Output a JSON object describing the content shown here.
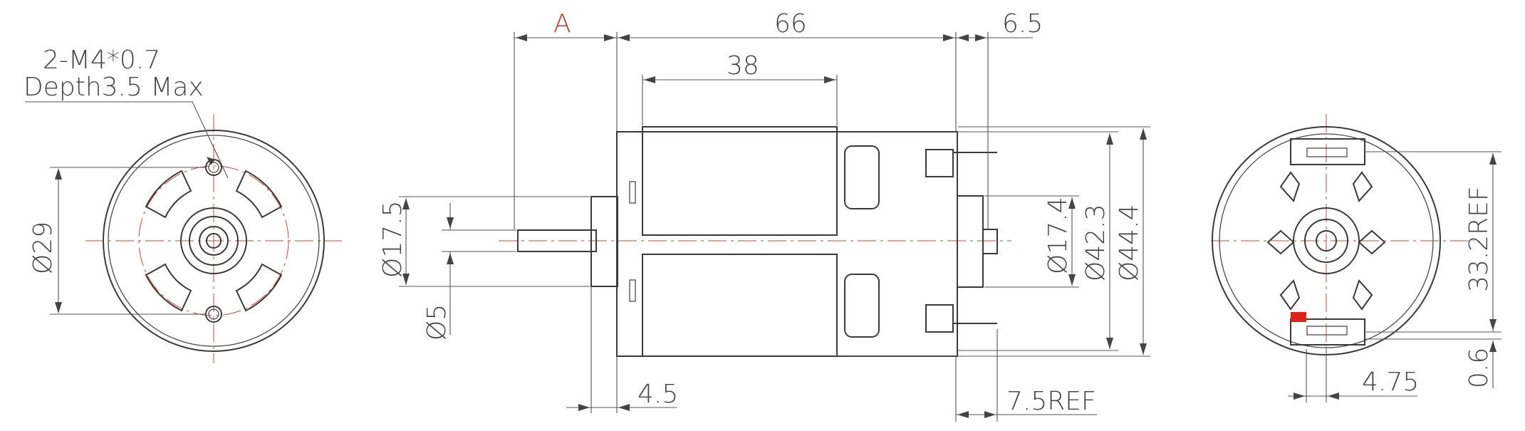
{
  "labels": {
    "front_note_line1": "2-M4*0.7",
    "front_note_line2": "Depth3.5 Max",
    "front_dia": "Ø29",
    "side_a": "A",
    "side_66": "66",
    "side_6_5": "6.5",
    "side_38": "38",
    "side_d17_5": "Ø17.5",
    "side_d5": "Ø5",
    "side_d17_4": "Ø17.4",
    "side_d42_3": "Ø42.3",
    "side_d44_4": "Ø44.4",
    "side_4_5": "4.5",
    "side_7_5ref": "7.5REF",
    "rear_33_2ref": "33.2REF",
    "rear_4_75": "4.75",
    "rear_0_6": "0.6"
  },
  "colors": {
    "line": "#3a3a3a",
    "centerline": "#c94a3f",
    "highlight_letter": "#c0392b",
    "terminal_mark": "#e0211c"
  }
}
